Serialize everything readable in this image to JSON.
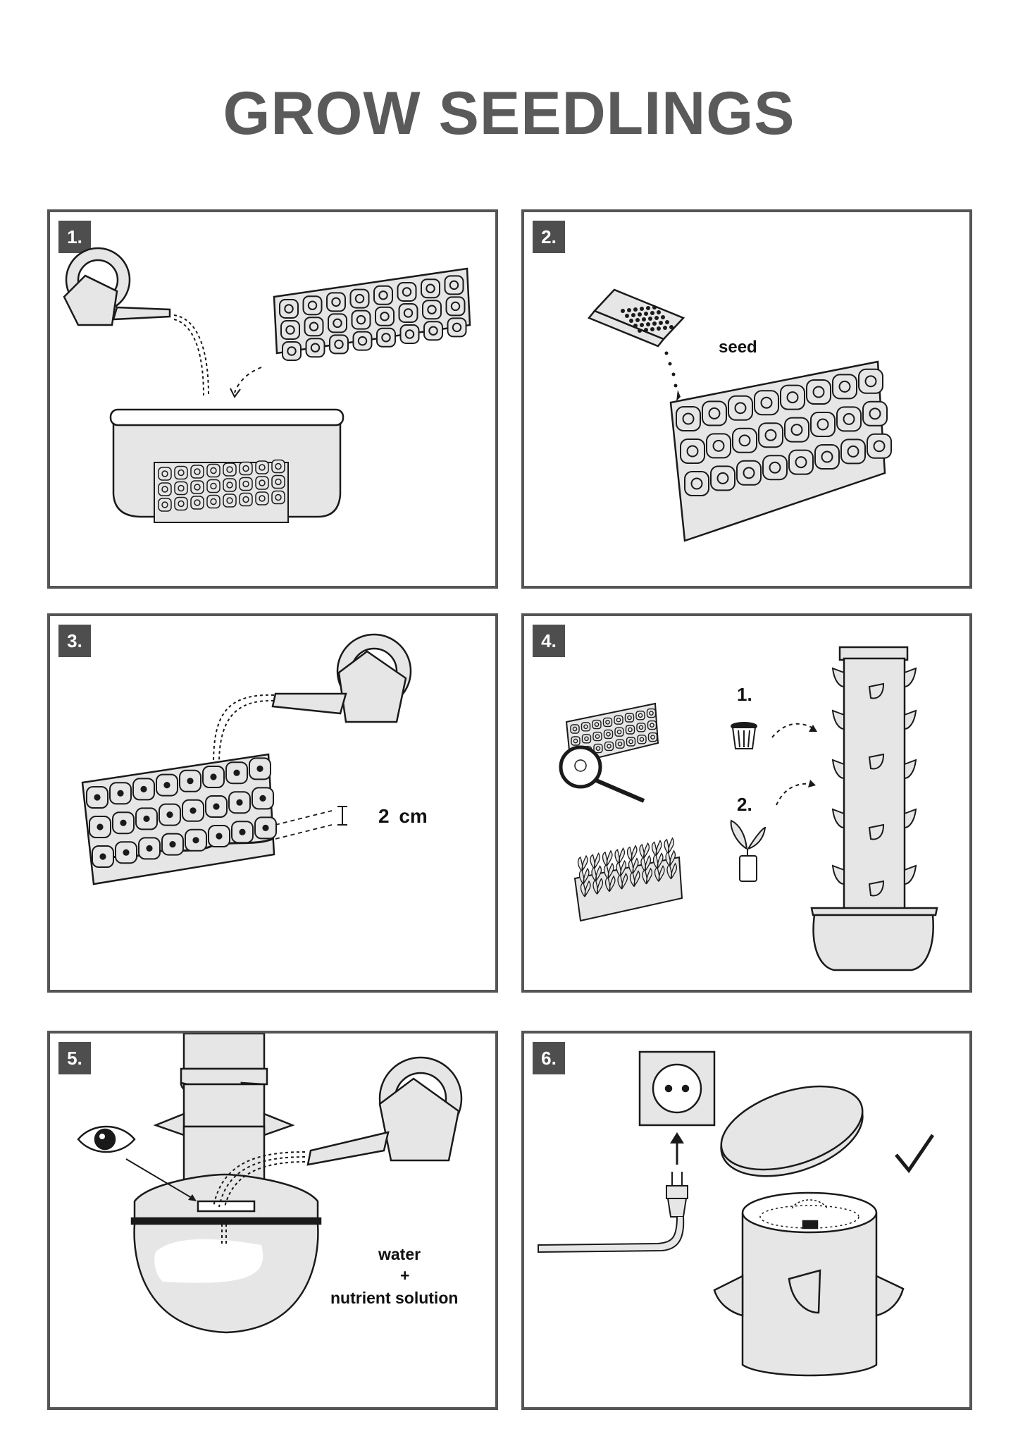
{
  "title": "GROW SEEDLINGS",
  "panels": [
    {
      "number": "1."
    },
    {
      "number": "2.",
      "seed_label": "seed"
    },
    {
      "number": "3.",
      "depth_label": "2 cm"
    },
    {
      "number": "4.",
      "step1": "1.",
      "step2": "2."
    },
    {
      "number": "5.",
      "water_label": "water",
      "plus_label": "+",
      "nutrient_label": "nutrient solution"
    },
    {
      "number": "6."
    }
  ],
  "colors": {
    "title": "#5a5a5a",
    "badge": "#4e4e4e",
    "fill": "#e6e6e6",
    "stroke": "#1a1a1a",
    "border": "#555555"
  },
  "icons": [
    "watering-can-icon",
    "seed-tray-icon",
    "water-basin-icon",
    "seed-packet-icon",
    "magnifier-icon",
    "net-pot-icon",
    "seedling-icon",
    "garden-tower-icon",
    "eye-icon",
    "wall-outlet-icon",
    "power-plug-icon",
    "lid-icon",
    "checkmark-icon"
  ]
}
